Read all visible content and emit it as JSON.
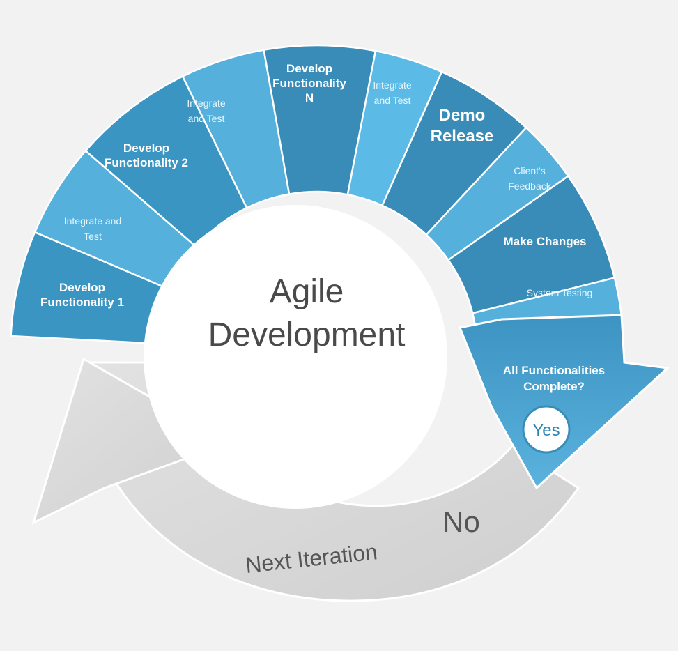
{
  "center": {
    "line1": "Agile",
    "line2": "Development"
  },
  "segments": [
    {
      "lines": [
        "Develop",
        "Functionality 1"
      ],
      "style": "bold",
      "color": "#3a95c3"
    },
    {
      "lines": [
        "Integrate and",
        "Test"
      ],
      "style": "light",
      "color": "#56b0dc"
    },
    {
      "lines": [
        "Develop",
        "Functionality 2"
      ],
      "style": "bold",
      "color": "#3a95c3"
    },
    {
      "lines": [
        "Integrate",
        "and Test"
      ],
      "style": "light",
      "color": "#56b0dc"
    },
    {
      "lines": [
        "Develop",
        "Functionality",
        "N"
      ],
      "style": "bold",
      "color": "#3a8cb8"
    },
    {
      "lines": [
        "Integrate",
        "and Test"
      ],
      "style": "light",
      "color": "#5bbbe6"
    },
    {
      "lines": [
        "Demo",
        "Release"
      ],
      "style": "big",
      "color": "#3a8cb8"
    },
    {
      "lines": [
        "Client's",
        "Feedback"
      ],
      "style": "light",
      "color": "#56b0dc"
    },
    {
      "lines": [
        "Make Changes"
      ],
      "style": "bold",
      "color": "#3a8cb8"
    },
    {
      "lines": [
        "System Testing"
      ],
      "style": "light",
      "color": "#56b0dc"
    }
  ],
  "arrow": {
    "lines": [
      "All Functionalities",
      "Complete?"
    ],
    "yes_label": "Yes",
    "color": "#4aa3d2"
  },
  "loop": {
    "no_label": "No",
    "label": "Next Iteration",
    "color": "#d6d6d6"
  }
}
